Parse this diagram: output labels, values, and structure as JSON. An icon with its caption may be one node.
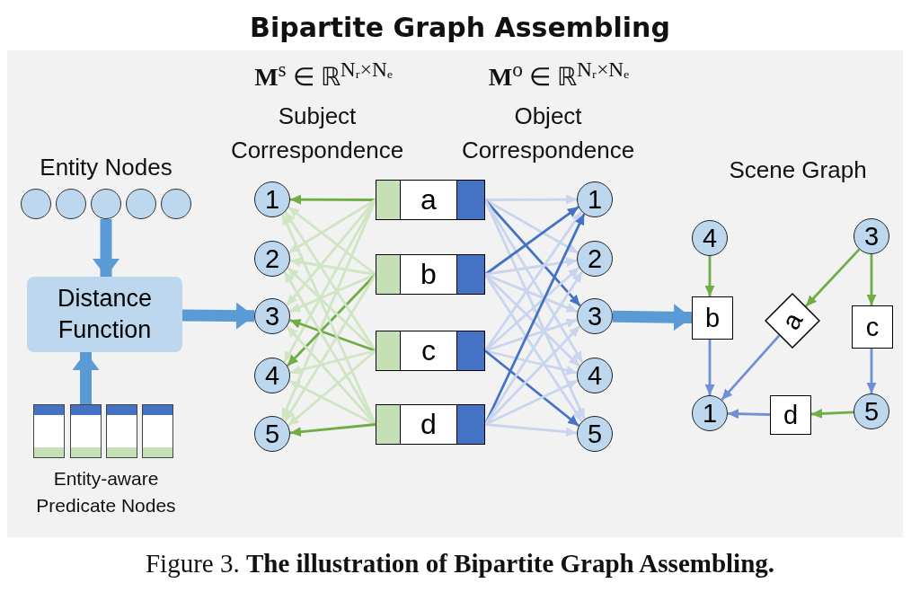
{
  "diagram": {
    "title": "Bipartite Graph Assembling",
    "caption": "Figure 3. **The illustration of Bipartite Graph Assembling.**",
    "nodes": [
      {
        "text": [],
        "shape": "circle"
      },
      {
        "text": [],
        "shape": "circle"
      },
      {
        "text": [],
        "shape": "circle"
      },
      {
        "text": [],
        "shape": "circle"
      },
      {
        "text": [],
        "shape": "circle"
      },
      {
        "text": [
          "Distance Function"
        ]
      },
      {
        "text": [],
        "shape": "bar"
      },
      {
        "text": [],
        "shape": "bar"
      },
      {
        "text": [],
        "shape": "bar"
      },
      {
        "text": [],
        "shape": "bar"
      },
      {
        "text": [
          "1"
        ]
      },
      {
        "text": [
          "2"
        ]
      },
      {
        "text": [
          "3"
        ]
      },
      {
        "text": [
          "4"
        ]
      },
      {
        "text": [
          "5"
        ]
      },
      {
        "text": [
          "a"
        ]
      },
      {
        "text": [
          "b"
        ]
      },
      {
        "text": [
          "c"
        ]
      },
      {
        "text": [
          "d"
        ]
      },
      {
        "text": [
          "1"
        ]
      },
      {
        "text": [
          "2"
        ]
      },
      {
        "text": [
          "3"
        ]
      },
      {
        "text": [
          "4"
        ]
      },
      {
        "text": [
          "5"
        ]
      },
      {
        "text": [
          "4"
        ]
      },
      {
        "text": [
          "3"
        ]
      },
      {
        "text": [
          "b"
        ]
      },
      {
        "text": [
          "a"
        ]
      },
      {
        "text": [
          "c"
        ]
      },
      {
        "text": [
          "1"
        ]
      },
      {
        "text": [
          "d"
        ]
      },
      {
        "text": [
          "5"
        ]
      }
    ],
    "edges": [
      {
        "from": 2,
        "to": 5,
        "arrow": "to",
        "style": "thick",
        "color": "#5b9bd5"
      },
      {
        "from": 7,
        "to": 5,
        "arrow": "to",
        "style": "thick",
        "color": "#5b9bd5"
      },
      {
        "from": 5,
        "to": 12,
        "arrow": "to",
        "style": "thick",
        "color": "#5b9bd5"
      },
      {
        "from": 15,
        "to": 10,
        "arrow": "to",
        "color": "#70ad47"
      },
      {
        "from": 15,
        "to": 11,
        "arrow": "to",
        "color": "#d0e5c4"
      },
      {
        "from": 15,
        "to": 12,
        "arrow": "to",
        "color": "#d0e5c4"
      },
      {
        "from": 15,
        "to": 13,
        "arrow": "to",
        "color": "#d0e5c4"
      },
      {
        "from": 15,
        "to": 14,
        "arrow": "to",
        "color": "#d0e5c4"
      },
      {
        "from": 16,
        "to": 10,
        "arrow": "to",
        "color": "#d0e5c4"
      },
      {
        "from": 16,
        "to": 11,
        "arrow": "to",
        "color": "#d0e5c4"
      },
      {
        "from": 16,
        "to": 12,
        "arrow": "to",
        "color": "#d0e5c4"
      },
      {
        "from": 16,
        "to": 13,
        "arrow": "to",
        "color": "#70ad47"
      },
      {
        "from": 16,
        "to": 14,
        "arrow": "to",
        "color": "#d0e5c4"
      },
      {
        "from": 17,
        "to": 10,
        "arrow": "to",
        "color": "#d0e5c4"
      },
      {
        "from": 17,
        "to": 11,
        "arrow": "to",
        "color": "#d0e5c4"
      },
      {
        "from": 17,
        "to": 12,
        "arrow": "to",
        "color": "#70ad47"
      },
      {
        "from": 17,
        "to": 13,
        "arrow": "to",
        "color": "#d0e5c4"
      },
      {
        "from": 17,
        "to": 14,
        "arrow": "to",
        "color": "#d0e5c4"
      },
      {
        "from": 18,
        "to": 10,
        "arrow": "to",
        "color": "#d0e5c4"
      },
      {
        "from": 18,
        "to": 11,
        "arrow": "to",
        "color": "#d0e5c4"
      },
      {
        "from": 18,
        "to": 12,
        "arrow": "to",
        "color": "#d0e5c4"
      },
      {
        "from": 18,
        "to": 13,
        "arrow": "to",
        "color": "#d0e5c4"
      },
      {
        "from": 18,
        "to": 14,
        "arrow": "to",
        "color": "#70ad47"
      },
      {
        "from": 15,
        "to": 19,
        "arrow": "to",
        "color": "#c9d5ee"
      },
      {
        "from": 15,
        "to": 20,
        "arrow": "to",
        "color": "#c9d5ee"
      },
      {
        "from": 15,
        "to": 21,
        "arrow": "to",
        "color": "#4472c4"
      },
      {
        "from": 15,
        "to": 22,
        "arrow": "to",
        "color": "#c9d5ee"
      },
      {
        "from": 15,
        "to": 23,
        "arrow": "to",
        "color": "#c9d5ee"
      },
      {
        "from": 16,
        "to": 19,
        "arrow": "to",
        "color": "#4472c4"
      },
      {
        "from": 16,
        "to": 20,
        "arrow": "to",
        "color": "#c9d5ee"
      },
      {
        "from": 16,
        "to": 21,
        "arrow": "to",
        "color": "#c9d5ee"
      },
      {
        "from": 16,
        "to": 22,
        "arrow": "to",
        "color": "#c9d5ee"
      },
      {
        "from": 16,
        "to": 23,
        "arrow": "to",
        "color": "#c9d5ee"
      },
      {
        "from": 17,
        "to": 19,
        "arrow": "to",
        "color": "#c9d5ee"
      },
      {
        "from": 17,
        "to": 20,
        "arrow": "to",
        "color": "#c9d5ee"
      },
      {
        "from": 17,
        "to": 21,
        "arrow": "to",
        "color": "#c9d5ee"
      },
      {
        "from": 17,
        "to": 22,
        "arrow": "to",
        "color": "#c9d5ee"
      },
      {
        "from": 17,
        "to": 23,
        "arrow": "to",
        "color": "#4472c4"
      },
      {
        "from": 18,
        "to": 19,
        "arrow": "to",
        "color": "#4472c4"
      },
      {
        "from": 18,
        "to": 20,
        "arrow": "to",
        "color": "#c9d5ee"
      },
      {
        "from": 18,
        "to": 21,
        "arrow": "to",
        "color": "#c9d5ee"
      },
      {
        "from": 18,
        "to": 22,
        "arrow": "to",
        "color": "#c9d5ee"
      },
      {
        "from": 18,
        "to": 23,
        "arrow": "to",
        "color": "#c9d5ee"
      },
      {
        "from": 21,
        "to": 26,
        "arrow": "to",
        "style": "thick",
        "color": "#5b9bd5"
      },
      {
        "from": 24,
        "to": 26,
        "arrow": "to",
        "color": "#70ad47"
      },
      {
        "from": 26,
        "to": 29,
        "arrow": "to",
        "color": "#6f8fd6"
      },
      {
        "from": 25,
        "to": 27,
        "arrow": "to",
        "color": "#70ad47"
      },
      {
        "from": 27,
        "to": 29,
        "arrow": "to",
        "color": "#6f8fd6"
      },
      {
        "from": 25,
        "to": 28,
        "arrow": "to",
        "color": "#70ad47"
      },
      {
        "from": 28,
        "to": 31,
        "arrow": "to",
        "color": "#6f8fd6"
      },
      {
        "from": 31,
        "to": 30,
        "arrow": "to",
        "color": "#70ad47"
      },
      {
        "from": 30,
        "to": 29,
        "arrow": "to",
        "color": "#6f8fd6"
      }
    ],
    "labels": [
      "Entity Nodes",
      "Entity-aware Predicate Nodes",
      "**M**$^{s}$ ∈ ℝ$^{Nᵣ×Nₑ}$",
      "Subject Correspondence",
      "**M**$^{o}$ ∈ ℝ$^{Nᵣ×Nₑ}$",
      "Object Correspondence",
      "Scene Graph"
    ]
  }
}
